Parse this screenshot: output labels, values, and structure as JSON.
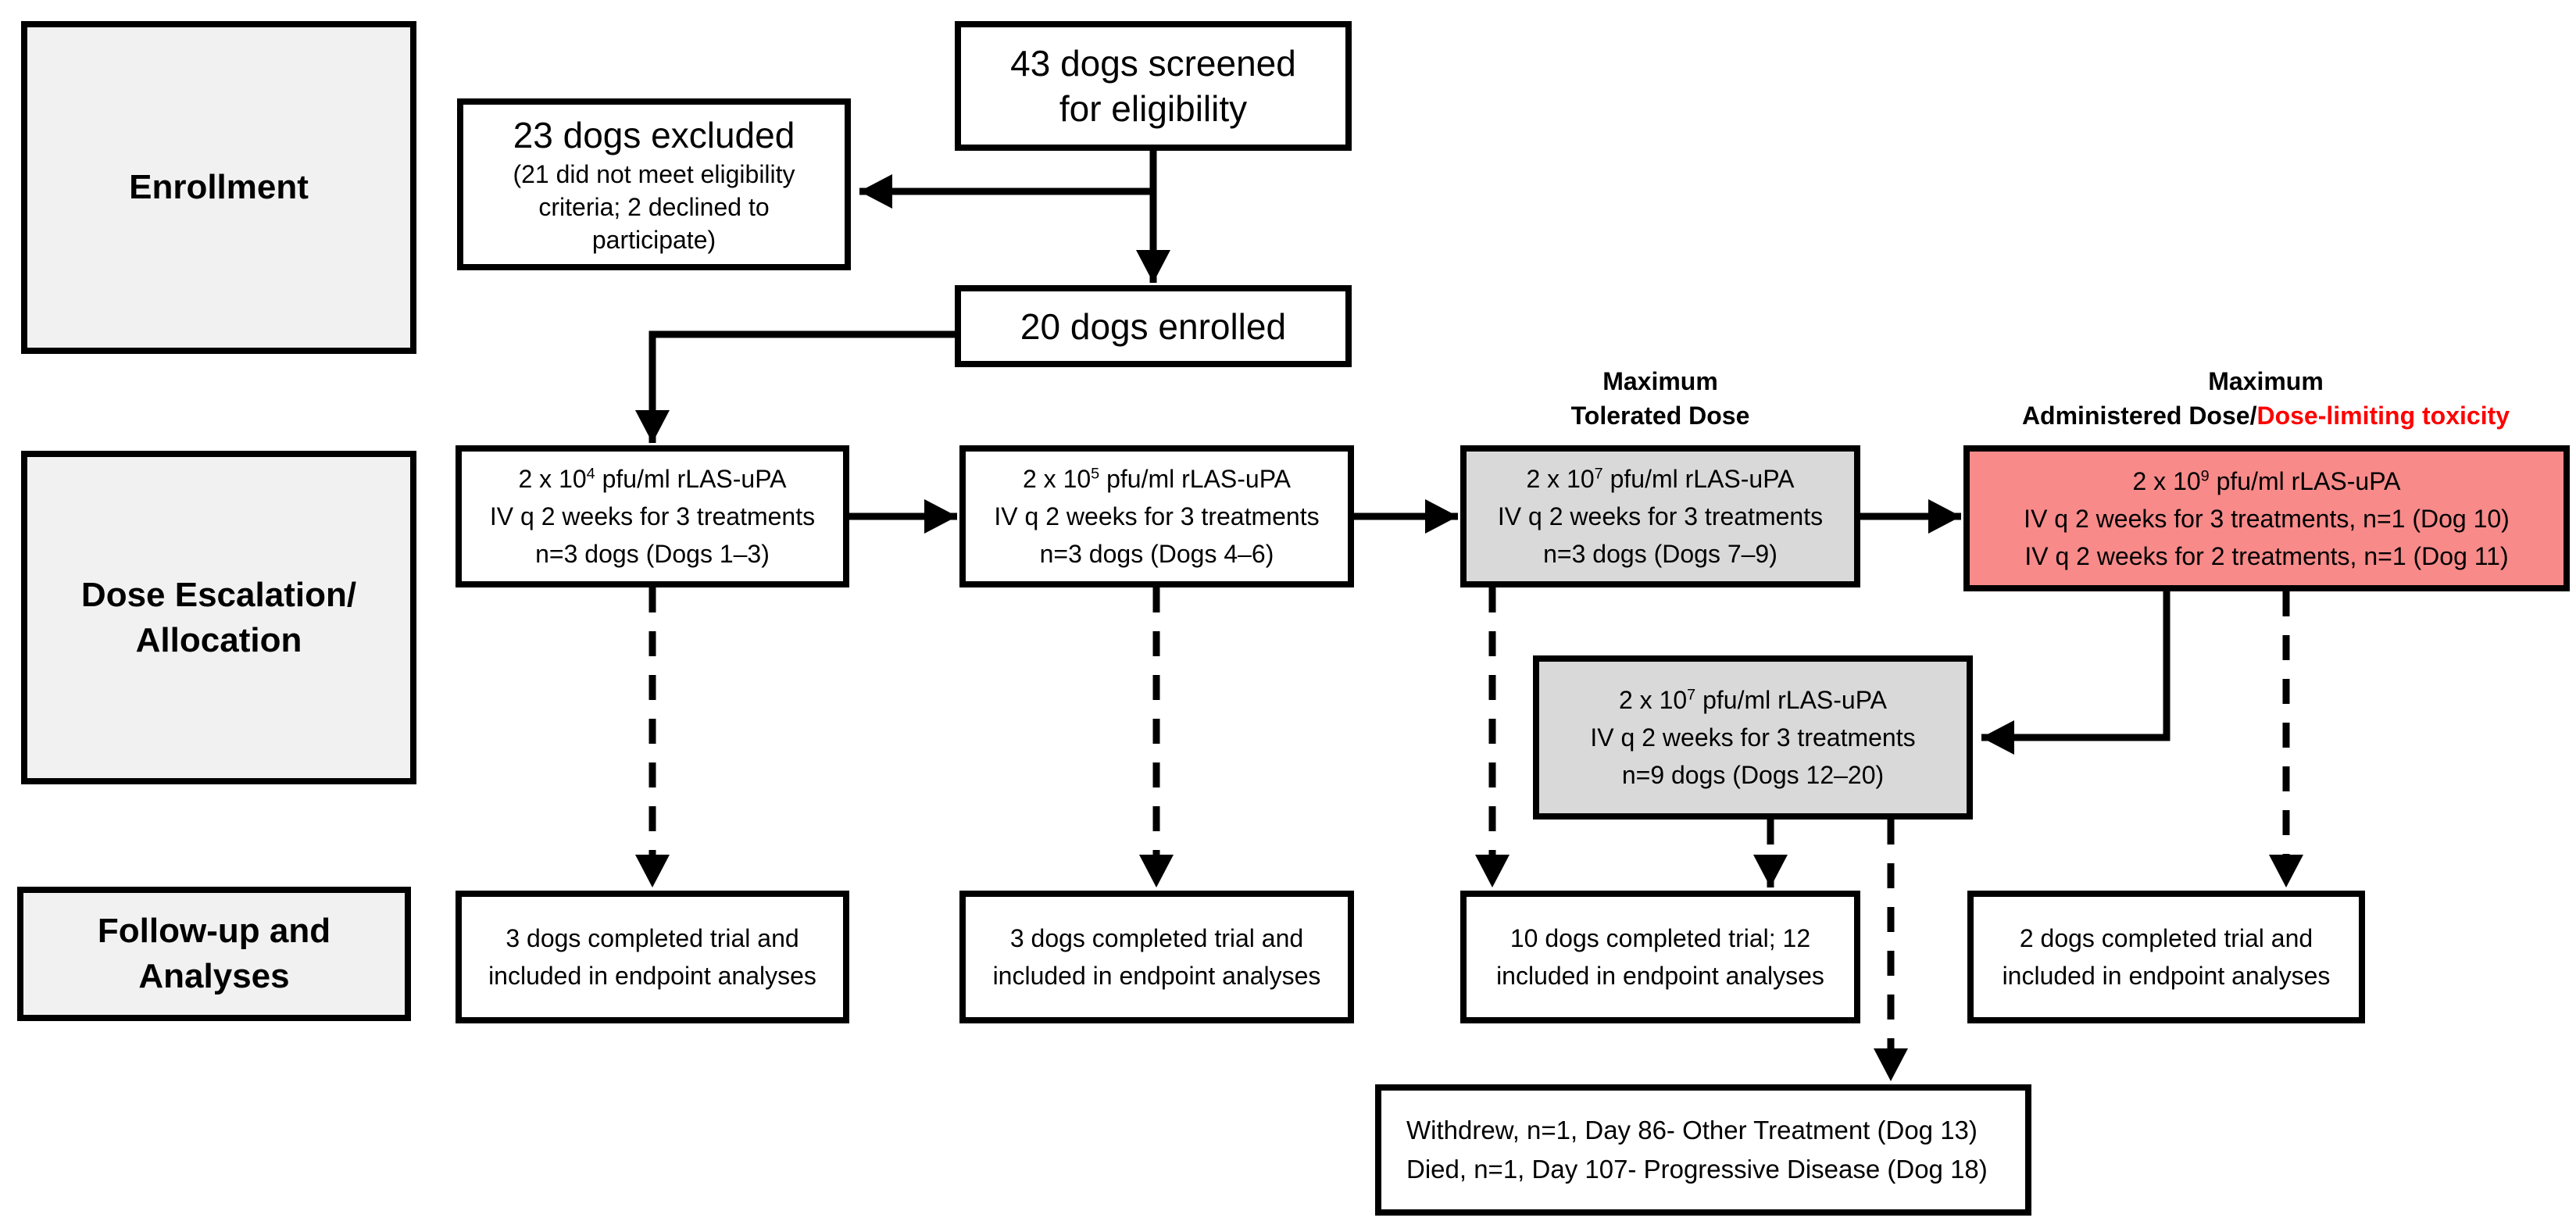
{
  "colors": {
    "stage_fill": "#f1f1f1",
    "gray_fill": "#d9d9d9",
    "red_fill": "#f88a8a",
    "red_text": "#ff0000",
    "line": "#000000"
  },
  "stages": {
    "enrollment": {
      "label": "Enrollment"
    },
    "dose_escalation": {
      "line1": "Dose Escalation/",
      "line2": "Allocation"
    },
    "followup": {
      "line1": "Follow-up and",
      "line2": "Analyses"
    }
  },
  "screening": {
    "screened": {
      "line1": "43 dogs screened",
      "line2": "for eligibility"
    },
    "excluded": {
      "title": "23 dogs excluded",
      "detail_line1": "(21 did not meet eligibility",
      "detail_line2": "criteria; 2 declined to",
      "detail_line3": "participate)"
    },
    "enrolled": {
      "label": "20 dogs enrolled"
    }
  },
  "annotations": {
    "mtd": {
      "line1": "Maximum",
      "line2": "Tolerated Dose"
    },
    "mad": {
      "line1": "Maximum",
      "line2_black": "Administered Dose/",
      "line2_red": "Dose-limiting toxicity"
    }
  },
  "dose_groups": [
    {
      "dose_prefix": "2 x 10",
      "dose_exp": "4",
      "dose_suffix": " pfu/ml rLAS-uPA",
      "line2": "IV q 2 weeks for 3 treatments",
      "line3": "n=3 dogs (Dogs 1–3)"
    },
    {
      "dose_prefix": "2 x 10",
      "dose_exp": "5",
      "dose_suffix": " pfu/ml rLAS-uPA",
      "line2": "IV q 2 weeks for 3 treatments",
      "line3": "n=3 dogs (Dogs 4–6)"
    },
    {
      "dose_prefix": "2 x 10",
      "dose_exp": "7",
      "dose_suffix": " pfu/ml rLAS-uPA",
      "line2": "IV q 2 weeks for 3 treatments",
      "line3": "n=3 dogs (Dogs 7–9)"
    },
    {
      "dose_prefix": "2 x 10",
      "dose_exp": "9",
      "dose_suffix": " pfu/ml rLAS-uPA",
      "line2": "IV q 2 weeks for 3 treatments, n=1 (Dog 10)",
      "line3": "IV q 2 weeks for 2 treatments, n=1 (Dog 11)"
    }
  ],
  "expansion_group": {
    "dose_prefix": "2 x 10",
    "dose_exp": "7",
    "dose_suffix": " pfu/ml rLAS-uPA",
    "line2": "IV q 2 weeks for 3 treatments",
    "line3": "n=9 dogs (Dogs 12–20)"
  },
  "outcomes": [
    {
      "line1": "3 dogs completed trial and",
      "line2": "included in endpoint  analyses"
    },
    {
      "line1": "3 dogs completed trial and",
      "line2": "included in endpoint  analyses"
    },
    {
      "line1": "10 dogs completed trial; 12",
      "line2": "included in endpoint  analyses"
    },
    {
      "line1": "2 dogs completed trial and",
      "line2": "included in endpoint  analyses"
    }
  ],
  "attrition": {
    "line1": "Withdrew, n=1, Day 86- Other Treatment (Dog 13)",
    "line2": "Died, n=1, Day 107- Progressive Disease (Dog 18)"
  }
}
